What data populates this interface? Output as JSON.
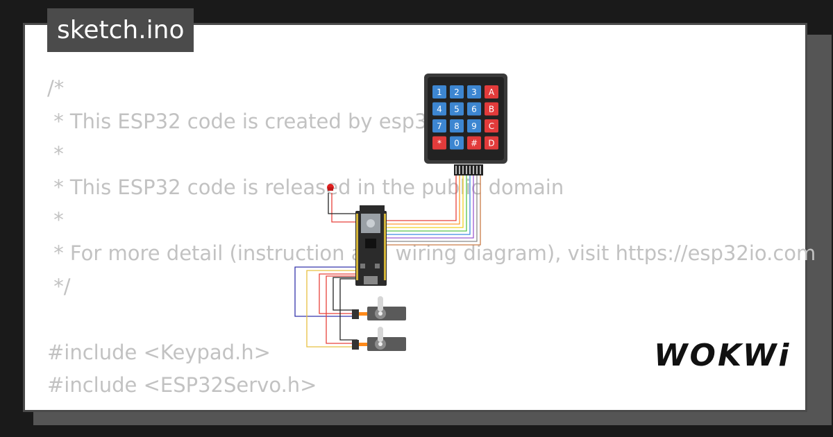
{
  "tab": {
    "filename": "sketch.ino"
  },
  "code_lines": [
    "/*",
    " * This ESP32 code is created by esp32io.com",
    " *",
    " * This ESP32 code is released in the public domain",
    " *",
    " * For more detail (instruction and wiring diagram), visit https://esp32io.com",
    " */",
    "",
    "#include <Keypad.h>",
    "#include <ESP32Servo.h>"
  ],
  "keypad": {
    "keys": [
      "1",
      "2",
      "3",
      "A",
      "4",
      "5",
      "6",
      "B",
      "7",
      "8",
      "9",
      "C",
      "*",
      "0",
      "#",
      "D"
    ]
  },
  "brand": {
    "logo": "WOKWi"
  },
  "colors": {
    "key_blue": "#3d86d1",
    "key_red": "#e23b3b",
    "board": "#2b2b2b",
    "servo": "#5a5a5a"
  }
}
